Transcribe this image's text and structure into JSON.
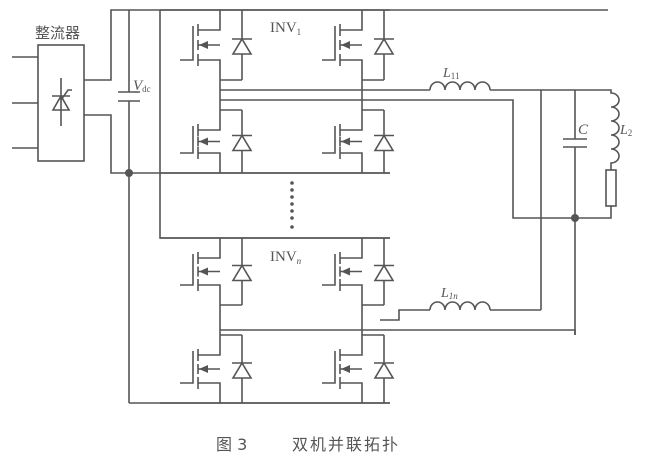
{
  "figure": {
    "caption_number": "图 3",
    "caption_title": "双机并联拓扑"
  },
  "labels": {
    "rectifier": "整流器",
    "dc_voltage": "V",
    "dc_voltage_sub": "dc",
    "inverter_1": "INV",
    "inverter_1_sub": "1",
    "inverter_n": "INV",
    "inverter_n_sub": "n",
    "inductor_1": "L",
    "inductor_1_sub": "11",
    "inductor_n": "L",
    "inductor_n_sub": "1n",
    "capacitor": "C",
    "inductor_2": "L",
    "inductor_2_sub": "2",
    "ellipsis": "⋮"
  },
  "components": {
    "rectifier_symbol": "thyristor-icon",
    "switch_symbol": "mosfet-icon",
    "diode_symbol": "diode-icon",
    "inverter_count_shown": 2,
    "switches_per_inverter": 4
  }
}
